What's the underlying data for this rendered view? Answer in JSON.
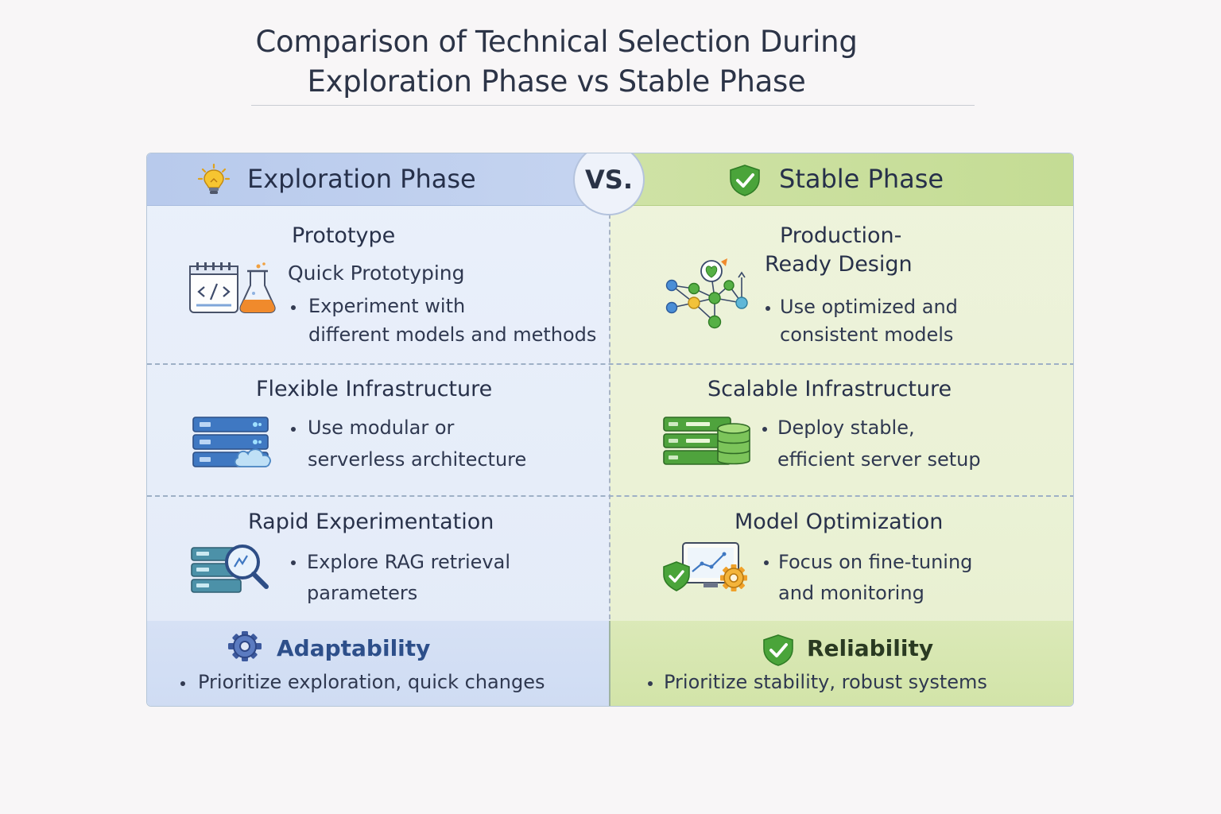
{
  "title": {
    "line1": "Comparison of Technical Selection During",
    "line2": "Exploration Phase vs Stable Phase"
  },
  "vs_label": "VS.",
  "exploration": {
    "header": "Exploration Phase",
    "header_icon": "lightbulb-icon",
    "sections": [
      {
        "title": "Prototype",
        "subtitle": "Quick Prototyping",
        "bullet_lines": [
          "Experiment with",
          "different models and methods"
        ],
        "icon": "code-notebook-flask-icon"
      },
      {
        "title": "Flexible Infrastructure",
        "bullet_lines": [
          "Use modular or",
          "serverless architecture"
        ],
        "icon": "server-cloud-icon"
      },
      {
        "title": "Rapid Experimentation",
        "bullet_lines": [
          "Explore RAG retrieval",
          "parameters"
        ],
        "icon": "server-magnifier-icon"
      }
    ],
    "footer": {
      "title": "Adaptability",
      "bullet": "Prioritize exploration, quick changes",
      "icon": "gear-icon"
    }
  },
  "stable": {
    "header": "Stable Phase",
    "header_icon": "shield-check-icon",
    "sections": [
      {
        "title_lines": [
          "Production-",
          "Ready Design"
        ],
        "bullet_lines": [
          "Use optimized and",
          "consistent models"
        ],
        "icon": "network-graph-icon"
      },
      {
        "title": "Scalable Infrastructure",
        "bullet_lines": [
          "Deploy stable,",
          "efficient server setup"
        ],
        "icon": "server-database-icon"
      },
      {
        "title": "Model Optimization",
        "bullet_lines": [
          "Focus on fine-tuning",
          "and monitoring"
        ],
        "icon": "monitor-gear-shield-icon"
      }
    ],
    "footer": {
      "title": "Reliability",
      "bullet": "Prioritize stability, robust systems",
      "icon": "shield-check-icon"
    }
  }
}
